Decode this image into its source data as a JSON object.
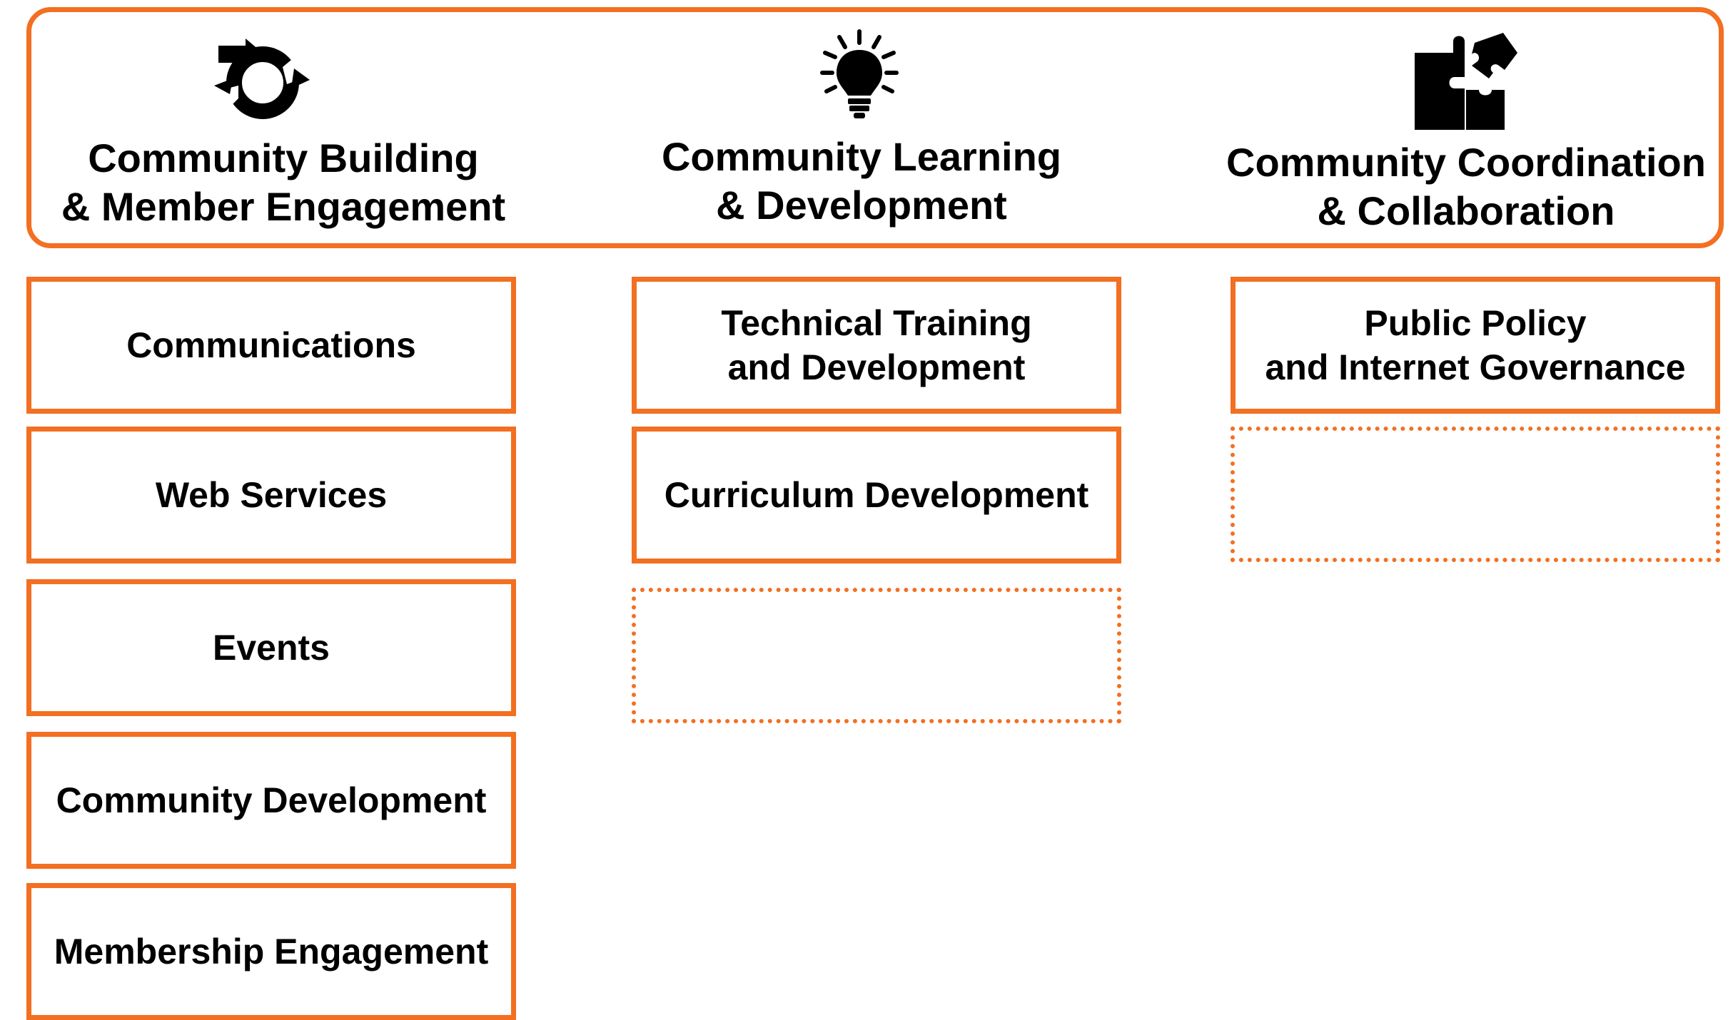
{
  "accent_color": "#f36f21",
  "pillars": [
    {
      "icon": "cycle-arrows-icon",
      "title_line1": "Community Building",
      "title_line2": "& Member Engagement"
    },
    {
      "icon": "lightbulb-icon",
      "title_line1": "Community Learning",
      "title_line2": "& Development"
    },
    {
      "icon": "puzzle-pieces-icon",
      "title_line1": "Community Coordination",
      "title_line2": "& Collaboration"
    }
  ],
  "columns": [
    {
      "boxes": [
        {
          "line1": "Communications"
        },
        {
          "line1": "Web Services"
        },
        {
          "line1": "Events"
        },
        {
          "line1": "Community Development"
        },
        {
          "line1": "Membership Engagement"
        }
      ]
    },
    {
      "boxes": [
        {
          "line1": "Technical Training",
          "line2": "and Development"
        },
        {
          "line1": "Curriculum Development"
        },
        {
          "placeholder": true
        }
      ]
    },
    {
      "boxes": [
        {
          "line1": "Public Policy",
          "line2": "and Internet Governance"
        },
        {
          "placeholder": true
        }
      ]
    }
  ]
}
